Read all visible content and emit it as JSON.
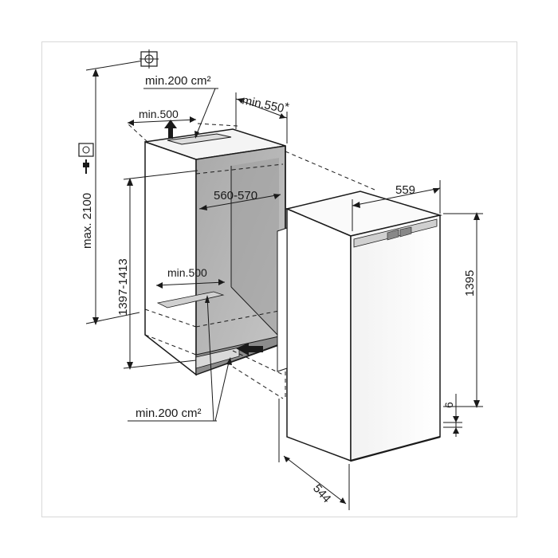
{
  "labels": {
    "vent_top_area": "min.200 cm²",
    "vent_top_depth": "min.500",
    "depth_min": "min.550",
    "depth_star": "*",
    "niche_width": "560-570",
    "vent_bottom_depth": "min.500",
    "vent_bottom_area": "min.200 cm²",
    "max_height": "max. 2100",
    "niche_height": "1397-1413",
    "appliance_width": "559",
    "appliance_height": "1395",
    "appliance_depth": "544",
    "gap": "6"
  },
  "icons": {
    "top_outlet": "crosshair-outlet-icon",
    "socket": "power-socket-icon",
    "plug": "plug-icon"
  }
}
